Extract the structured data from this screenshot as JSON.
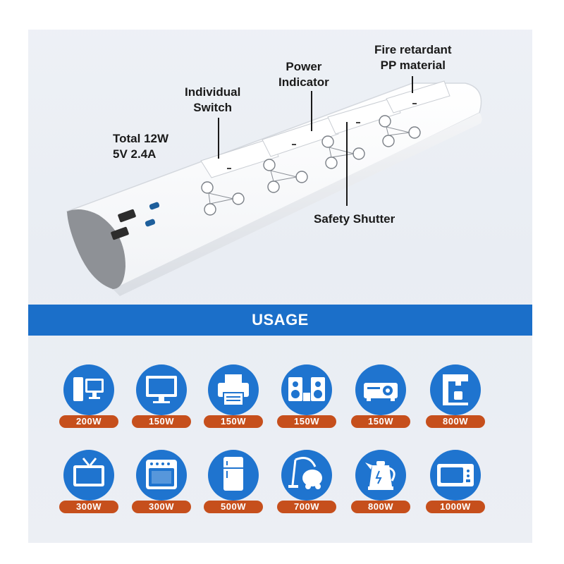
{
  "callouts": {
    "total": [
      "Total 12W",
      "5V 2.4A"
    ],
    "switch": [
      "Individual",
      "Switch"
    ],
    "indicator": [
      "Power",
      "Indicator"
    ],
    "material": [
      "Fire retardant",
      "PP material"
    ],
    "shutter": "Safety Shutter"
  },
  "usage": {
    "title": "USAGE",
    "items": [
      {
        "icon": "desktop-computer-icon",
        "watt": "200W"
      },
      {
        "icon": "monitor-icon",
        "watt": "150W"
      },
      {
        "icon": "printer-icon",
        "watt": "150W"
      },
      {
        "icon": "speakers-icon",
        "watt": "150W"
      },
      {
        "icon": "projector-icon",
        "watt": "150W"
      },
      {
        "icon": "coffee-machine-icon",
        "watt": "800W"
      },
      {
        "icon": "television-icon",
        "watt": "300W"
      },
      {
        "icon": "oven-icon",
        "watt": "300W"
      },
      {
        "icon": "refrigerator-icon",
        "watt": "500W"
      },
      {
        "icon": "vacuum-cleaner-icon",
        "watt": "700W"
      },
      {
        "icon": "electric-kettle-icon",
        "watt": "800W"
      },
      {
        "icon": "microwave-icon",
        "watt": "1000W"
      }
    ]
  },
  "colors": {
    "usage_bar": "#1b6fc9",
    "icon_circle": "#1f74cf",
    "watt_pill": "#c64f1c"
  }
}
